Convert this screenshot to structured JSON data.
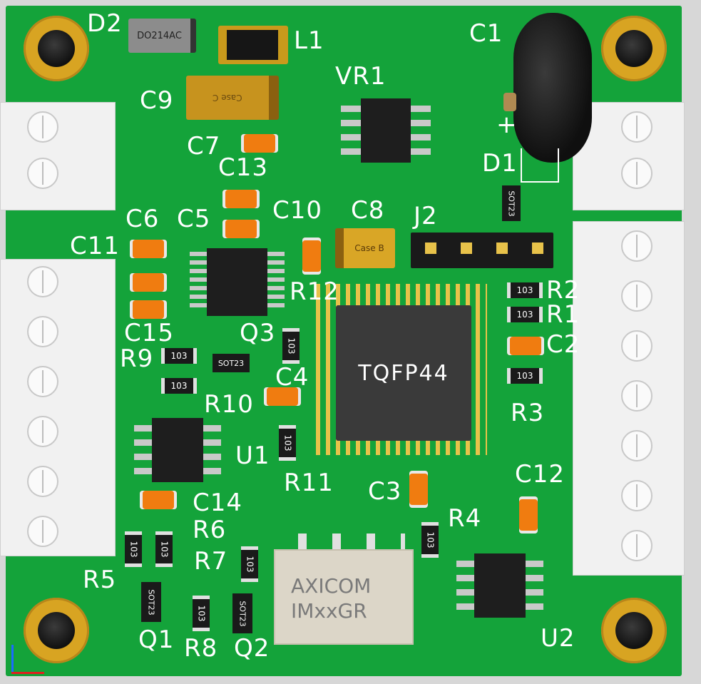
{
  "labels": {
    "d2": "D2",
    "l1": "L1",
    "c1": "C1",
    "vr1": "VR1",
    "c9": "C9",
    "c7": "C7",
    "c13": "C13",
    "d1": "D1",
    "c6": "C6",
    "c5": "C5",
    "c10": "C10",
    "c8": "C8",
    "j2": "J2",
    "c11": "C11",
    "r12": "R12",
    "r2": "R2",
    "r1": "R1",
    "c2": "C2",
    "c15": "C15",
    "q3": "Q3",
    "r9": "R9",
    "c4": "C4",
    "r10": "R10",
    "r3": "R3",
    "u1": "U1",
    "r11": "R11",
    "c12": "C12",
    "c3": "C3",
    "c14": "C14",
    "r6": "R6",
    "r4": "R4",
    "r7": "R7",
    "r5": "R5",
    "q1": "Q1",
    "r8": "R8",
    "q2": "Q2",
    "u2": "U2",
    "plus": "+"
  },
  "markings": {
    "diode": "DO214AC",
    "tantalum_c": "Case C",
    "tantalum_b": "Case B",
    "sot23": "SOT23",
    "resistor": "103",
    "mcu": "TQFP44",
    "relay_line1": "AXICOM",
    "relay_line2": "IMxxGR"
  },
  "colors": {
    "board": "#14a33a",
    "silkscreen": "#ffffff",
    "mounting_hole": "#d8a422",
    "capacitor": "#f07c10"
  }
}
